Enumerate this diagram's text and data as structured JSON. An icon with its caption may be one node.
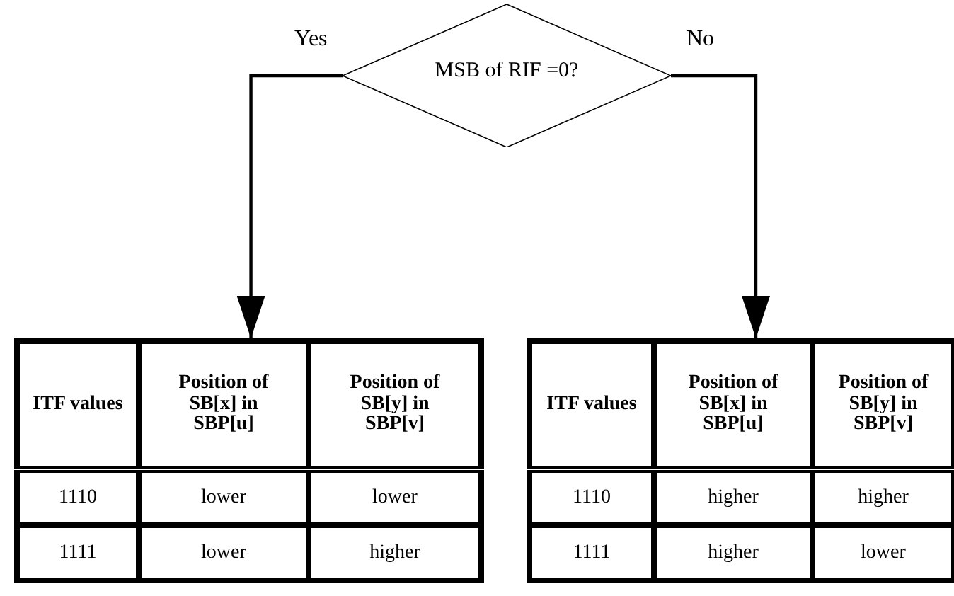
{
  "diagram": {
    "nodes": [
      {
        "text": [
          "MSB of RIF =0?"
        ]
      },
      {
        "text": [
          "ITF values",
          "Position of SB[x] in SBP[u]",
          "Position of SB[y] in SBP[v]",
          "1110",
          "lower",
          "lower",
          "1111",
          "lower",
          "higher"
        ]
      },
      {
        "text": [
          "ITF values",
          "Position of SB[x] in SBP[u]",
          "Position of SB[y] in SBP[v]",
          "1110",
          "higher",
          "higher",
          "1111",
          "higher",
          "lower"
        ]
      }
    ],
    "edges": [
      {
        "from": 0,
        "to": 1,
        "label": "Yes",
        "arrow": "to"
      },
      {
        "from": 0,
        "to": 2,
        "label": "No",
        "arrow": "to"
      }
    ]
  }
}
